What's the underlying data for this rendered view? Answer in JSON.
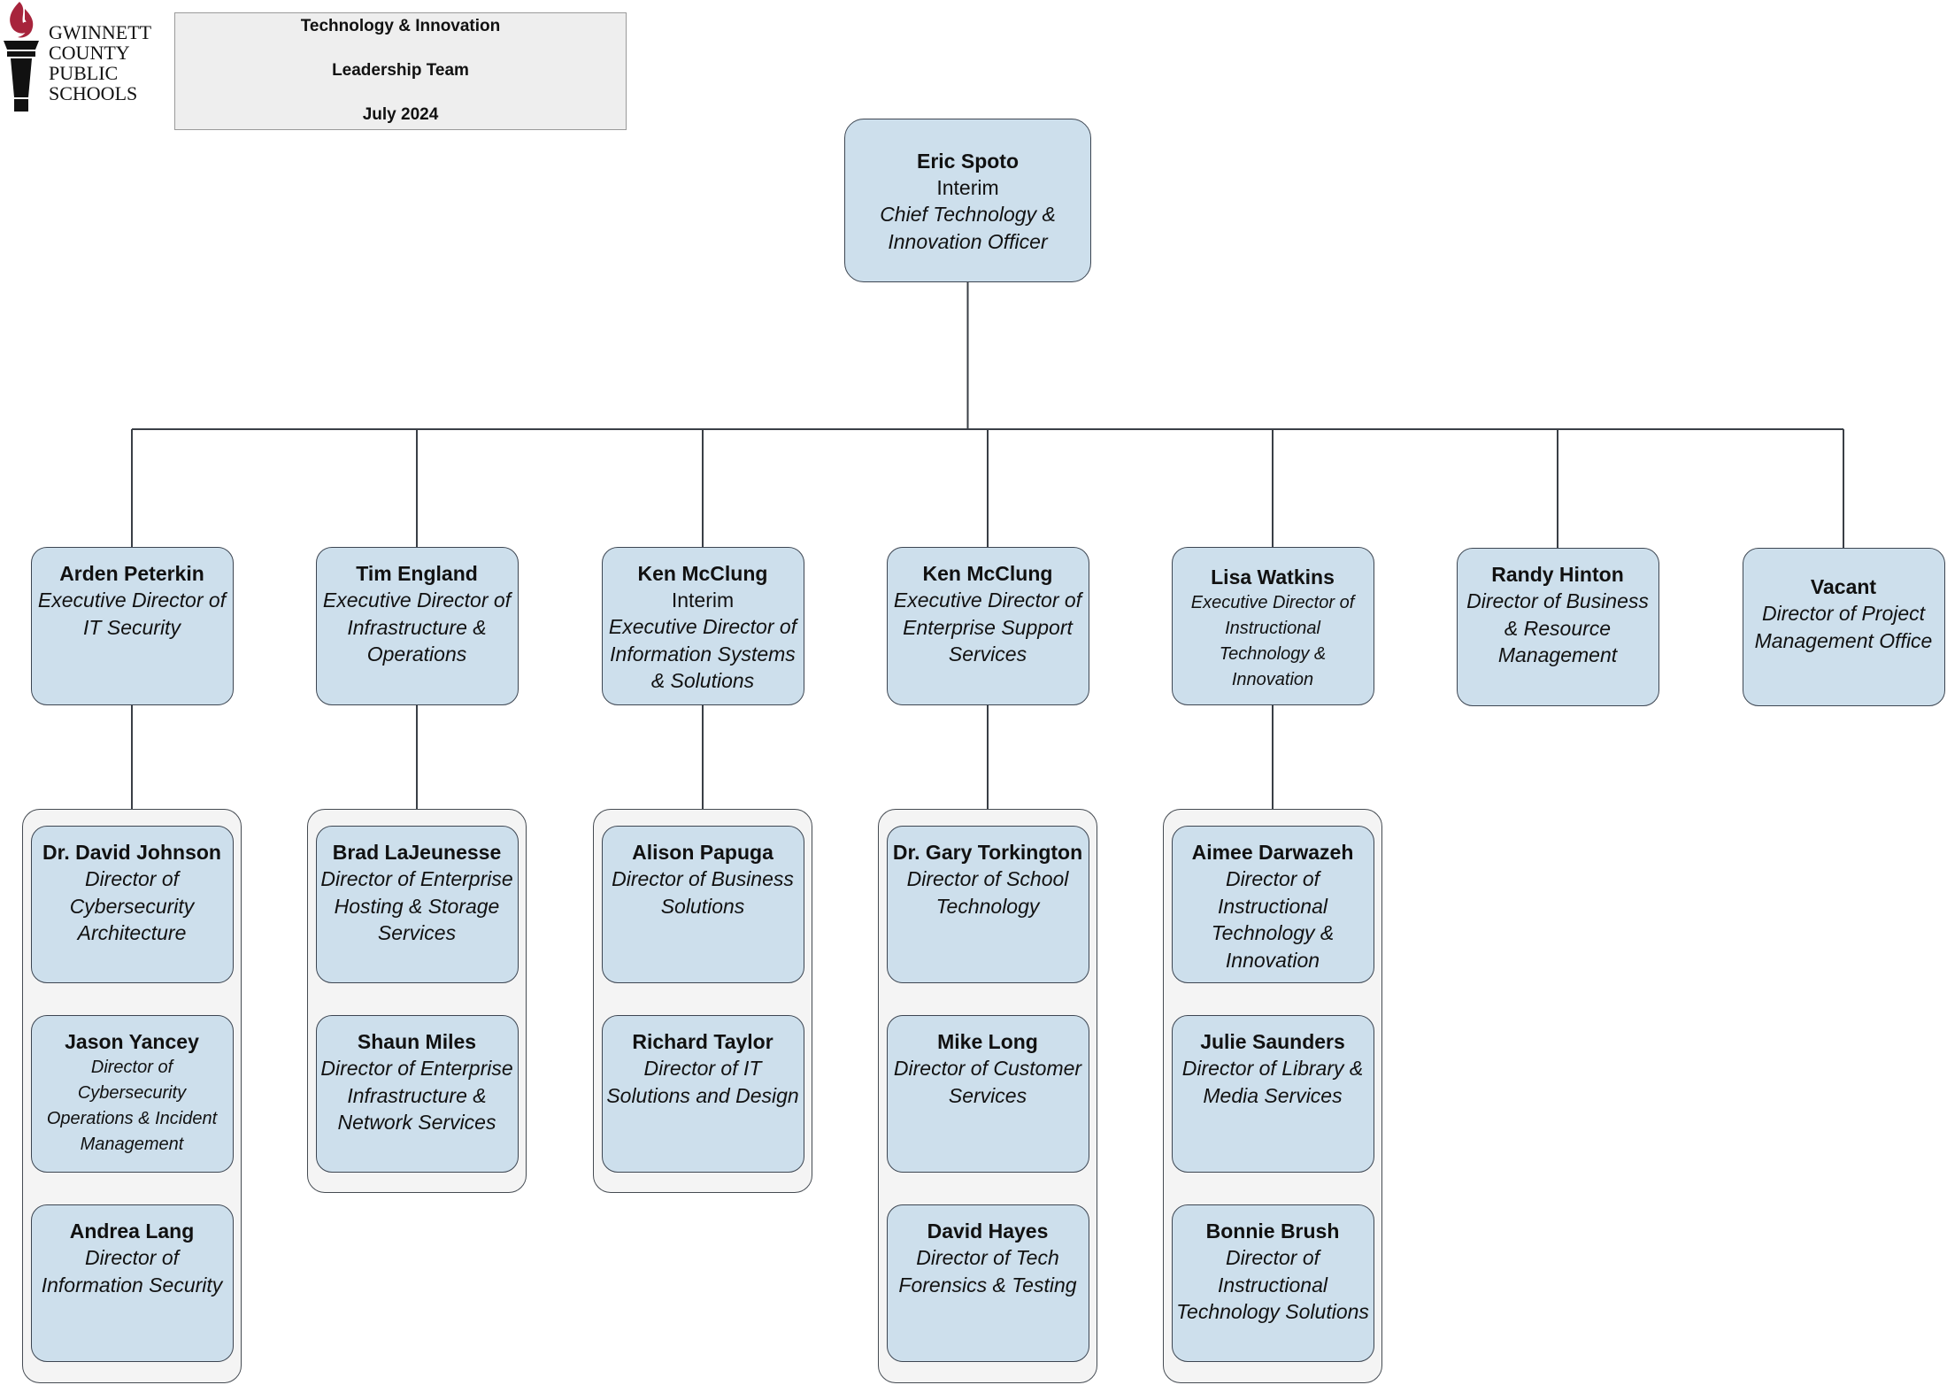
{
  "header": {
    "logo_lines": [
      "GWINNETT",
      "COUNTY",
      "PUBLIC",
      "SCHOOLS"
    ],
    "title_lines": [
      "Technology & Innovation",
      "Leadership Team",
      "July 2024"
    ]
  },
  "root": {
    "name": "Eric Spoto",
    "pre": "Interim",
    "title": [
      "Chief Technology &",
      "Innovation Officer"
    ]
  },
  "executives": [
    {
      "name": "Arden Peterkin",
      "pre": "",
      "title": [
        "Executive Director of",
        "IT Security"
      ]
    },
    {
      "name": "Tim England",
      "pre": "",
      "title": [
        "Executive Director of",
        "Infrastructure &",
        "Operations"
      ]
    },
    {
      "name": "Ken McClung",
      "pre": "Interim",
      "title": [
        "Executive Director of",
        "Information Systems",
        "& Solutions"
      ]
    },
    {
      "name": "Ken McClung",
      "pre": "",
      "title": [
        "Executive Director of",
        "Enterprise Support",
        "Services"
      ]
    },
    {
      "name": "Lisa Watkins",
      "pre": "",
      "title": [
        "Executive Director of",
        "Instructional",
        "Technology &",
        "Innovation"
      ],
      "small": true
    },
    {
      "name": "Randy Hinton",
      "pre": "",
      "title": [
        "Director of Business",
        "& Resource",
        "Management"
      ]
    },
    {
      "name": "Vacant",
      "pre": "",
      "title": [
        "Director of Project",
        "Management Office"
      ]
    }
  ],
  "directors": [
    [
      {
        "name": "Dr. David Johnson",
        "title": [
          "Director of",
          "Cybersecurity",
          "Architecture"
        ]
      },
      {
        "name": "Jason Yancey",
        "title": [
          "Director of",
          "Cybersecurity",
          "Operations & Incident",
          "Management"
        ],
        "small": true
      },
      {
        "name": "Andrea Lang",
        "title": [
          "Director of",
          "Information Security"
        ]
      }
    ],
    [
      {
        "name": "Brad LaJeunesse",
        "title": [
          "Director of Enterprise",
          "Hosting & Storage",
          "Services"
        ]
      },
      {
        "name": "Shaun Miles",
        "title": [
          "Director of Enterprise",
          "Infrastructure &",
          "Network Services"
        ]
      }
    ],
    [
      {
        "name": "Alison Papuga",
        "title": [
          "Director of Business",
          "Solutions"
        ]
      },
      {
        "name": "Richard Taylor",
        "title": [
          "Director of IT",
          "Solutions and Design"
        ]
      }
    ],
    [
      {
        "name": "Dr. Gary Torkington",
        "title": [
          "Director of School",
          "Technology"
        ]
      },
      {
        "name": "Mike Long",
        "title": [
          "Director of Customer",
          "Services"
        ]
      },
      {
        "name": "David Hayes",
        "title": [
          "Director of Tech",
          "Forensics & Testing"
        ]
      }
    ],
    [
      {
        "name": "Aimee Darwazeh",
        "title": [
          "Director of",
          "Instructional",
          "Technology &",
          "Innovation"
        ]
      },
      {
        "name": "Julie Saunders",
        "title": [
          "Director of Library &",
          "Media Services"
        ]
      },
      {
        "name": "Bonnie Brush",
        "title": [
          "Director of",
          "Instructional",
          "Technology Solutions"
        ]
      }
    ]
  ]
}
